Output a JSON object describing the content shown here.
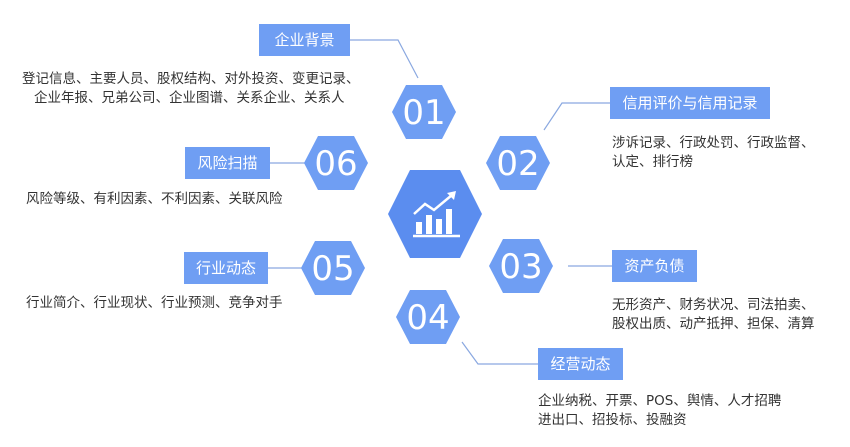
{
  "colors": {
    "hex_fill": "#6f9ef3",
    "center_fill": "#5b8def",
    "label_fill": "#6f9ef3",
    "connector": "#8aa8e0"
  },
  "center": {
    "icon": "bar-chart-trend-icon"
  },
  "nodes": [
    {
      "number": "01",
      "label": "企业背景",
      "desc": [
        "登记信息、主要人员、股权结构、对外投资、变更记录、",
        "企业年报、兄弟公司、企业图谱、关系企业、关系人"
      ]
    },
    {
      "number": "02",
      "label": "信用评价与信用记录",
      "desc": [
        "涉诉记录、行政处罚、行政监督、",
        "认定、排行榜"
      ]
    },
    {
      "number": "03",
      "label": "资产负债",
      "desc": [
        "无形资产、财务状况、司法拍卖、",
        "股权出质、动产抵押、担保、清算"
      ]
    },
    {
      "number": "04",
      "label": "经营动态",
      "desc": [
        "企业纳税、开票、POS、舆情、人才招聘",
        "进出口、招投标、投融资"
      ]
    },
    {
      "number": "05",
      "label": "行业动态",
      "desc": [
        "行业简介、行业现状、行业预测、竞争对手"
      ]
    },
    {
      "number": "06",
      "label": "风险扫描",
      "desc": [
        "风险等级、有利因素、不利因素、关联风险"
      ]
    }
  ]
}
